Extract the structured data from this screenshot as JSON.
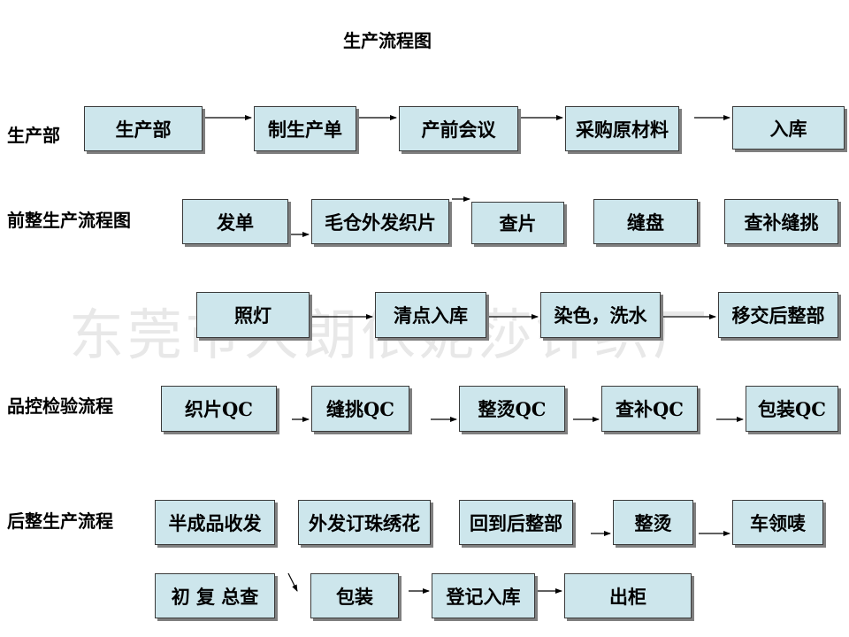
{
  "title": "生产流程图",
  "watermark": "东莞市大朗依妮莎针织厂",
  "colors": {
    "box_fill": "#cde6ec",
    "border": "#3a3a3a",
    "shadow": "#7f7f7f",
    "arrow": "#000000",
    "watermark": "#d6d6d6"
  },
  "rows": {
    "production": {
      "label": "生产部",
      "steps": [
        "生产部",
        "制生产单",
        "产前会议",
        "采购原材料",
        "入库"
      ]
    },
    "pre_finishing": {
      "label": "前整生产流程图",
      "steps": [
        "发单",
        "毛仓外发织片",
        "查片",
        "缝盘",
        "查补缝挑"
      ],
      "steps_row2": [
        "照灯",
        "清点入库",
        "染色，洗水",
        "移交后整部"
      ]
    },
    "quality": {
      "label": "品控检验流程",
      "steps": [
        "织片QC",
        "缝挑QC",
        "整烫QC",
        "查补QC",
        "包装QC"
      ]
    },
    "post_finishing": {
      "label": "后整生产流程",
      "steps": [
        "半成品收发",
        "外发订珠绣花",
        "回到后整部",
        "整烫",
        "车领唛"
      ],
      "steps_row2": [
        "初 复 总查",
        "包装",
        "登记入库",
        "出柜"
      ]
    }
  }
}
